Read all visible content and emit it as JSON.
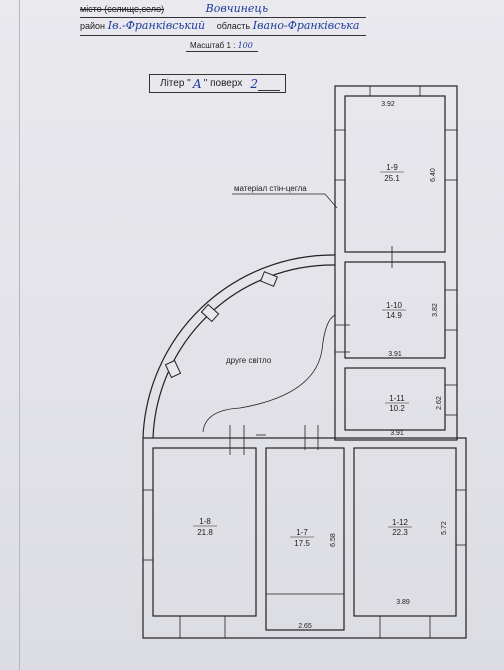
{
  "header": {
    "city_label": "місто (селище,село)",
    "city_value": "Вовчинець",
    "district_label": "район",
    "district_value": "Ів.-Франківський",
    "region_label": "область",
    "region_value": "Івано-Франківська"
  },
  "scale": {
    "label": "Масштаб 1 :",
    "value": "100"
  },
  "liter": {
    "prefix": "Літер \"",
    "letter": "А",
    "middle": "\" поверх",
    "floor": "2"
  },
  "annotations": {
    "material": "матеріал стін-цегла",
    "second_light": "друге світло"
  },
  "rooms": [
    {
      "id": "1-9",
      "area": "25.1"
    },
    {
      "id": "1-10",
      "area": "14.9"
    },
    {
      "id": "1-11",
      "area": "10.2"
    },
    {
      "id": "1-8",
      "area": "21.8"
    },
    {
      "id": "1-7",
      "area": "17.5"
    },
    {
      "id": "1-12",
      "area": "22.3"
    }
  ],
  "dimensions": {
    "room9_width": "3.92",
    "room9_length": "6.40",
    "room10_length": "3.82",
    "room10_width": "3.91",
    "room11_length": "2.62",
    "room11_width": "3.91",
    "room12_length": "5.72",
    "room12_width": "3.89",
    "room7_length": "6.58",
    "room7_width": "2.65"
  },
  "colors": {
    "ink": "#222222",
    "handwriting": "#1d3a9c",
    "paper": "#e6e6ec"
  }
}
